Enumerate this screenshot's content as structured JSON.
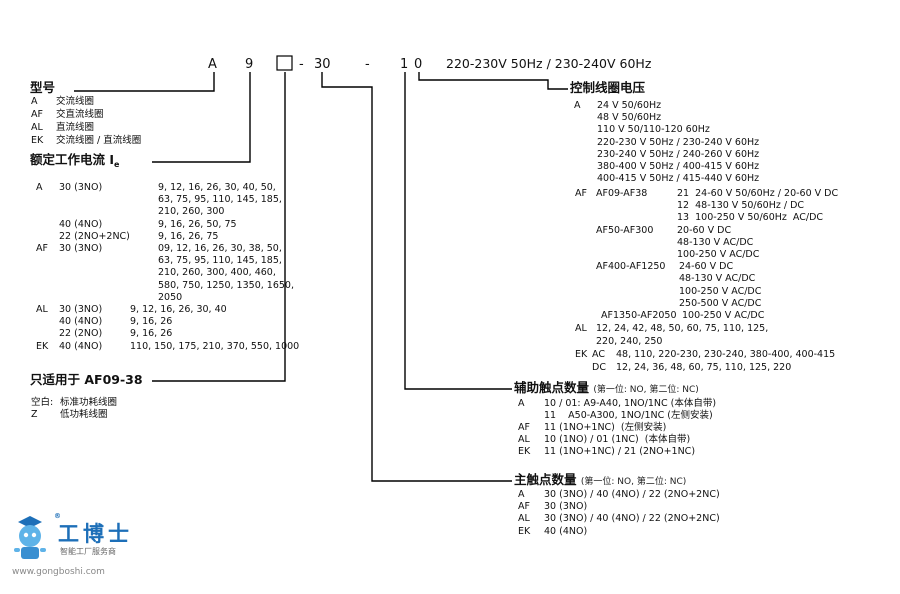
{
  "code": {
    "a": "A",
    "n9": "9",
    "dash1": "-",
    "n30": "30",
    "dash2": "-",
    "n1": "1",
    "n0": "0",
    "voltage": "220-230V 50Hz / 230-240V 60Hz"
  },
  "model": {
    "title": "型号",
    "rows": [
      [
        "A",
        "交流线圈"
      ],
      [
        "AF",
        "交直流线圈"
      ],
      [
        "AL",
        "直流线圈"
      ],
      [
        "EK",
        "交流线圈 / 直流线圈"
      ]
    ]
  },
  "rated": {
    "title": "额定工作电流 I",
    "title_sub": "e",
    "lines": [
      [
        "A",
        "30 (3NO)",
        "9, 12, 16, 26, 30, 40, 50,"
      ],
      [
        "",
        "",
        "63, 75, 95, 110, 145, 185,"
      ],
      [
        "",
        "",
        "210, 260, 300"
      ],
      [
        "",
        "40 (4NO)",
        "9, 16, 26, 50, 75"
      ],
      [
        "",
        "22 (2NO+2NC)",
        "9, 16, 26, 75"
      ],
      [
        "AF",
        "30 (3NO)",
        "09, 12, 16, 26, 30, 38, 50,"
      ],
      [
        "",
        "",
        "63, 75, 95, 110, 145, 185,"
      ],
      [
        "",
        "",
        "210, 260, 300, 400, 460,"
      ],
      [
        "",
        "",
        "580, 750, 1250, 1350, 1650,"
      ],
      [
        "",
        "",
        "2050"
      ],
      [
        "AL",
        "30 (3NO)",
        "9, 12, 16, 26, 30, 40"
      ],
      [
        "",
        "40 (4NO)",
        "9, 16, 26"
      ],
      [
        "",
        "22 (2NO)",
        "9, 16, 26"
      ],
      [
        "EK",
        "40 (4NO)",
        "110, 150, 175, 210, 370, 550, 1000"
      ]
    ]
  },
  "af0938": {
    "title": "只适用于 AF09-38",
    "rows": [
      [
        "空白:",
        "标准功耗线圈"
      ],
      [
        "Z",
        "低功耗线圈"
      ]
    ]
  },
  "coil": {
    "title": "控制线圈电压",
    "lines": [
      [
        "A",
        "24 V 50/60Hz"
      ],
      [
        "",
        "48 V 50/60Hz"
      ],
      [
        "",
        "110 V 50/110-120 60Hz"
      ],
      [
        "",
        "220-230 V 50Hz / 230-240 V 60Hz"
      ],
      [
        "",
        "230-240 V 50Hz / 240-260 V 60Hz"
      ],
      [
        "",
        "380-400 V 50Hz / 400-415 V 60Hz"
      ],
      [
        "",
        "400-415 V 50Hz / 415-440 V 60Hz"
      ]
    ],
    "af_label": "AF",
    "af_groups": [
      {
        "name": "AF09-AF38",
        "items": [
          "21  24-60 V 50/60Hz / 20-60 V DC",
          "12  48-130 V 50/60Hz / DC",
          "13  100-250 V 50/60Hz  AC/DC"
        ]
      },
      {
        "name": "AF50-AF300",
        "items": [
          "20-60 V DC",
          "48-130 V AC/DC",
          "100-250 V AC/DC"
        ]
      },
      {
        "name": "AF400-AF1250",
        "items": [
          "24-60 V DC",
          "48-130 V AC/DC",
          "100-250 V AC/DC",
          "250-500 V AC/DC"
        ]
      },
      {
        "name": "AF1350-AF2050",
        "items": [
          "100-250 V AC/DC"
        ]
      }
    ],
    "al_label": "AL",
    "al_lines": [
      "12, 24, 42, 48, 50, 60, 75, 110, 125,",
      "220, 240, 250"
    ],
    "ek_label": "EK",
    "ek_lines": [
      [
        "AC",
        "48, 110, 220-230, 230-240, 380-400, 400-415"
      ],
      [
        "DC",
        "12, 24, 36, 48, 60, 75, 110, 125, 220"
      ]
    ]
  },
  "aux": {
    "title": "辅助触点数量",
    "hint": "(第一位: NO, 第二位: NC)",
    "lines": [
      [
        "A",
        "10 / 01: A9-A40, 1NO/1NC (本体自带)"
      ],
      [
        "",
        "11    A50-A300, 1NO/1NC (左侧安装)"
      ],
      [
        "AF",
        "11 (1NO+1NC)  (左侧安装)"
      ],
      [
        "AL",
        "10 (1NO) / 01 (1NC)  (本体自带)"
      ],
      [
        "EK",
        "11 (1NO+1NC) / 21 (2NO+1NC)"
      ]
    ]
  },
  "main": {
    "title": "主触点数量",
    "hint": "(第一位: NO, 第二位: NC)",
    "lines": [
      [
        "A",
        "30 (3NO) / 40 (4NO) / 22 (2NO+2NC)"
      ],
      [
        "AF",
        "30 (3NO)"
      ],
      [
        "AL",
        "30 (3NO) / 40 (4NO) / 22 (2NO+2NC)"
      ],
      [
        "EK",
        "40 (4NO)"
      ]
    ]
  },
  "logo": {
    "name": "工博士",
    "reg": "®",
    "tagline": "智能工厂服务商",
    "url": "www.gongboshi.com"
  },
  "colors": {
    "ink": "#111111",
    "logo_blue": "#1d6fb8",
    "logo_gray": "#888888"
  }
}
